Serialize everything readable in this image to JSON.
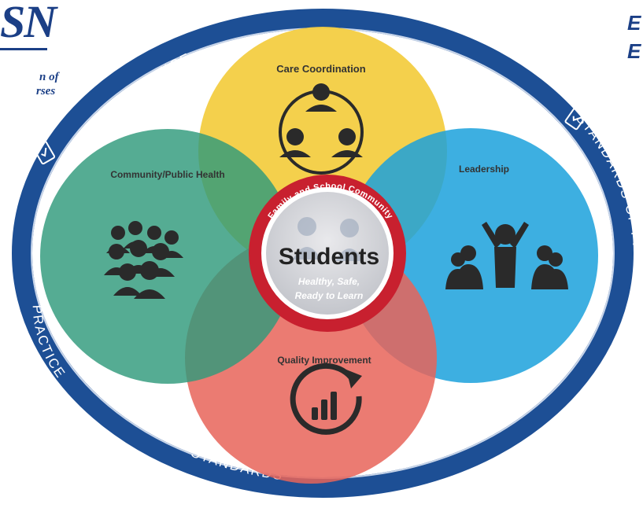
{
  "header": {
    "logo_text": "SN",
    "tagline_line1": "n of",
    "tagline_line2": "rses",
    "right_line1": "E",
    "right_line2": "E"
  },
  "ring": {
    "top_text": "STANDARDS OF PRACTICE",
    "right_text": "STANDARDS OF PRACTICE",
    "left_text": "PRACTICE",
    "bottom_text": "STANDARDS OF"
  },
  "circles": {
    "care_coordination": "Care Coordination",
    "community_health": "Community/Public Health",
    "leadership": "Leadership",
    "quality_improvement": "Quality Improvement"
  },
  "center": {
    "arc_text": "Family and School Community",
    "title": "Students",
    "line1": "Healthy, Safe,",
    "line2": "Ready to Learn"
  },
  "colors": {
    "ring_blue": "#1d4f95",
    "yellow": "#f3cc3d",
    "green": "#2f9a7b",
    "blue": "#1ba1dc",
    "red": "#e86459",
    "center_red": "#c8202f",
    "icon_dark": "#2a2a2a"
  }
}
